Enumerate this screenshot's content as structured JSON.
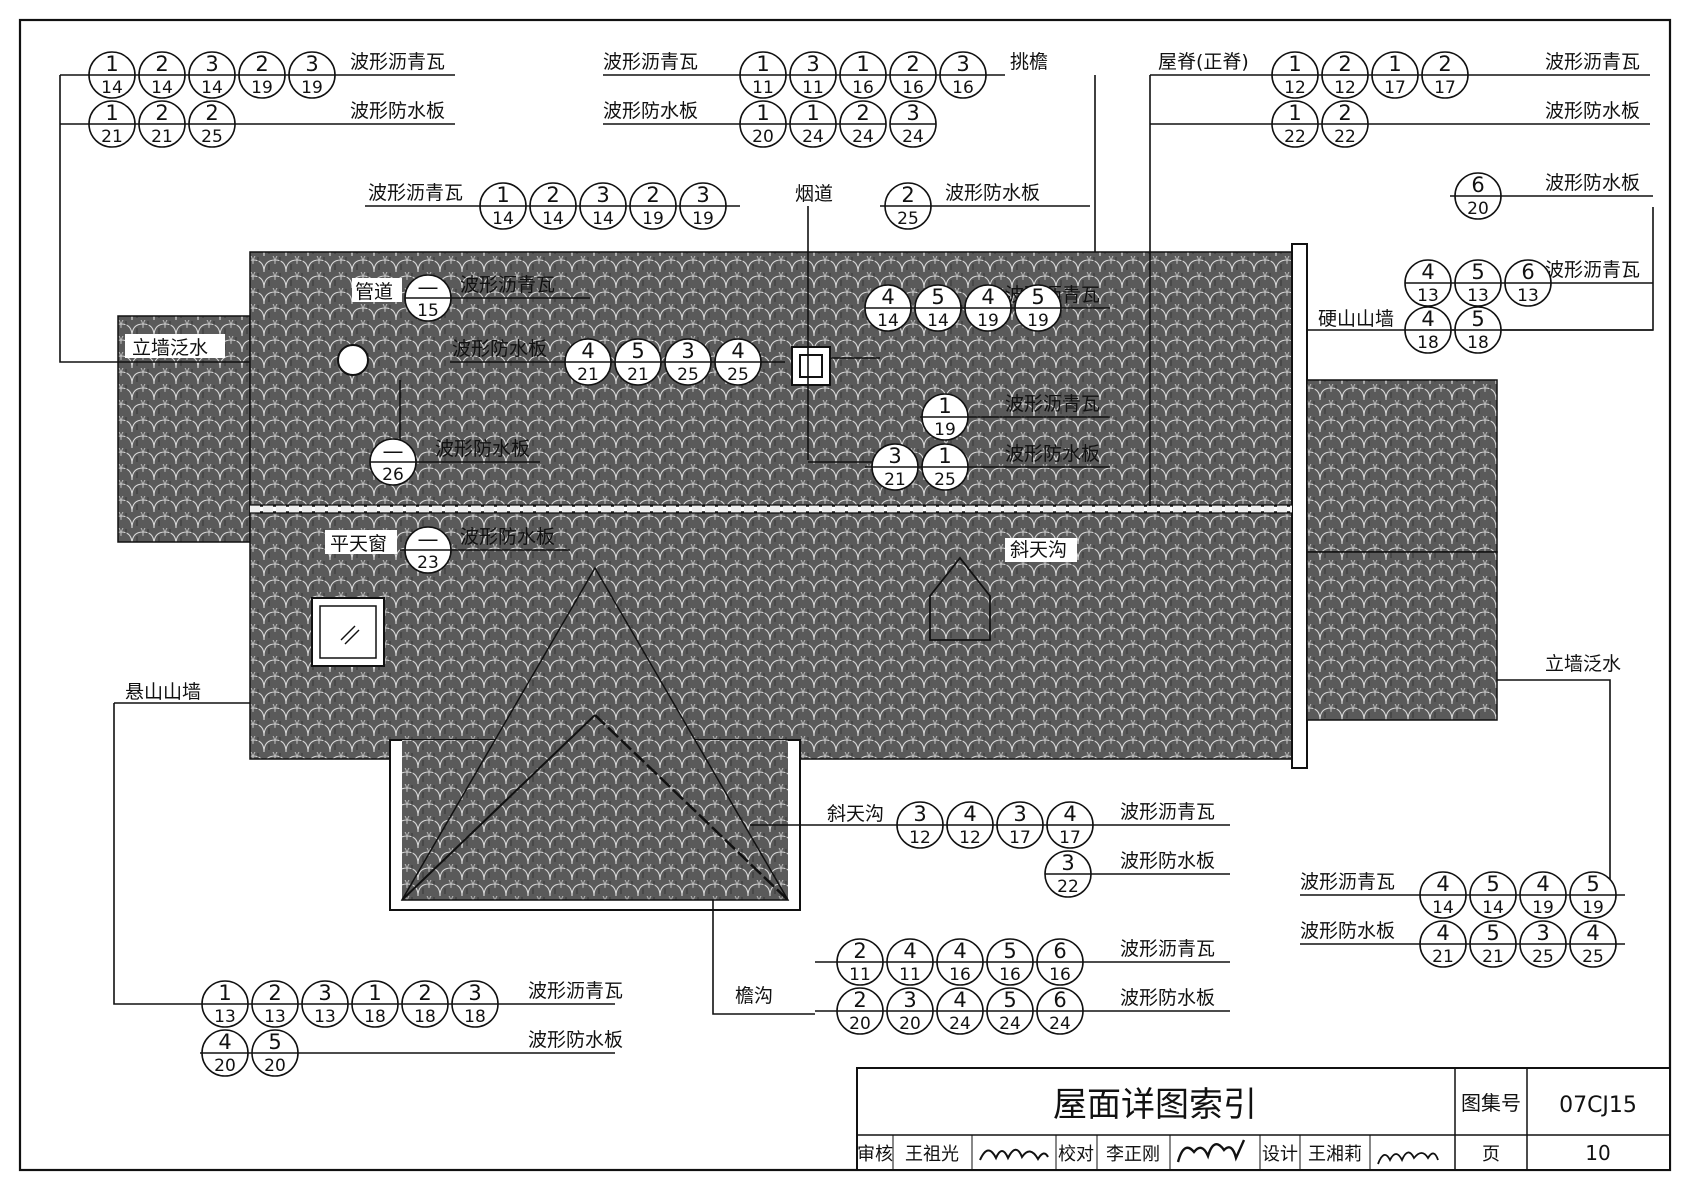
{
  "title_block": {
    "title": "屋面详图索引",
    "atlas_label": "图集号",
    "atlas_no": "07CJ15",
    "review_label": "审核",
    "reviewer": "王祖光",
    "check_label": "校对",
    "checker": "李正刚",
    "design_label": "设计",
    "designer": "王湘莉",
    "page_label": "页",
    "page_no": "10"
  },
  "part_labels": {
    "overhang": "挑檐",
    "ridge": "屋脊(正脊)",
    "chimney": "烟道",
    "pipe": "管道",
    "wall_flashing_left": "立墙泛水",
    "wall_flashing_right": "立墙泛水",
    "hard_gable": "硬山山墙",
    "overhang_gable": "悬山山墙",
    "skylight": "平天窗",
    "valley_upper": "斜天沟",
    "valley_lower": "斜天沟",
    "eave_gutter": "檐沟"
  },
  "material_labels": {
    "tile": "波形沥青瓦",
    "board": "波形防水板"
  },
  "index_groups": [
    {
      "id": "g01",
      "text": "tile",
      "symbols": [
        [
          "1",
          "14"
        ],
        [
          "2",
          "14"
        ],
        [
          "3",
          "14"
        ],
        [
          "2",
          "19"
        ],
        [
          "3",
          "19"
        ]
      ]
    },
    {
      "id": "g02",
      "text": "board",
      "symbols": [
        [
          "1",
          "21"
        ],
        [
          "2",
          "21"
        ],
        [
          "2",
          "25"
        ]
      ]
    },
    {
      "id": "g03",
      "text": "tile",
      "symbols": [
        [
          "1",
          "11"
        ],
        [
          "3",
          "11"
        ],
        [
          "1",
          "16"
        ],
        [
          "2",
          "16"
        ],
        [
          "3",
          "16"
        ]
      ]
    },
    {
      "id": "g04",
      "text": "board",
      "symbols": [
        [
          "1",
          "20"
        ],
        [
          "1",
          "24"
        ],
        [
          "2",
          "24"
        ],
        [
          "3",
          "24"
        ]
      ]
    },
    {
      "id": "g05",
      "text": "tile",
      "symbols": [
        [
          "1",
          "12"
        ],
        [
          "2",
          "12"
        ],
        [
          "1",
          "17"
        ],
        [
          "2",
          "17"
        ]
      ]
    },
    {
      "id": "g06",
      "text": "board",
      "symbols": [
        [
          "1",
          "22"
        ],
        [
          "2",
          "22"
        ]
      ]
    },
    {
      "id": "g07",
      "text": "tile",
      "symbols": [
        [
          "1",
          "14"
        ],
        [
          "2",
          "14"
        ],
        [
          "3",
          "14"
        ],
        [
          "2",
          "19"
        ],
        [
          "3",
          "19"
        ]
      ]
    },
    {
      "id": "g08",
      "text": "board",
      "symbols": [
        [
          "2",
          "25"
        ]
      ]
    },
    {
      "id": "g09",
      "text": "board",
      "symbols": [
        [
          "6",
          "20"
        ]
      ]
    },
    {
      "id": "g10",
      "text": "tile",
      "symbols": [
        [
          "4",
          "13"
        ],
        [
          "5",
          "13"
        ],
        [
          "6",
          "13"
        ],
        [
          "4",
          "18"
        ],
        [
          "5",
          "18"
        ]
      ]
    },
    {
      "id": "g11",
      "text": "tile",
      "symbols": [
        [
          "—",
          "15"
        ]
      ]
    },
    {
      "id": "g12",
      "text": "board",
      "symbols": [
        [
          "4",
          "21"
        ],
        [
          "5",
          "21"
        ],
        [
          "3",
          "25"
        ],
        [
          "4",
          "25"
        ]
      ]
    },
    {
      "id": "g13",
      "text": "tile",
      "symbols": [
        [
          "4",
          "14"
        ],
        [
          "5",
          "14"
        ],
        [
          "4",
          "19"
        ],
        [
          "5",
          "19"
        ]
      ]
    },
    {
      "id": "g14",
      "text": "tile",
      "symbols": [
        [
          "1",
          "19"
        ]
      ]
    },
    {
      "id": "g15",
      "text": "board",
      "symbols": [
        [
          "3",
          "21"
        ],
        [
          "1",
          "25"
        ]
      ]
    },
    {
      "id": "g16",
      "text": "board",
      "symbols": [
        [
          "—",
          "26"
        ]
      ]
    },
    {
      "id": "g17",
      "text": "board",
      "symbols": [
        [
          "—",
          "23"
        ]
      ]
    },
    {
      "id": "g18",
      "text": "tile",
      "symbols": [
        [
          "3",
          "12"
        ],
        [
          "4",
          "12"
        ],
        [
          "3",
          "17"
        ],
        [
          "4",
          "17"
        ]
      ]
    },
    {
      "id": "g19",
      "text": "board",
      "symbols": [
        [
          "3",
          "22"
        ]
      ]
    },
    {
      "id": "g20",
      "text": "tile",
      "symbols": [
        [
          "4",
          "14"
        ],
        [
          "5",
          "14"
        ],
        [
          "4",
          "19"
        ],
        [
          "5",
          "19"
        ]
      ]
    },
    {
      "id": "g21",
      "text": "board",
      "symbols": [
        [
          "4",
          "21"
        ],
        [
          "5",
          "21"
        ],
        [
          "3",
          "25"
        ],
        [
          "4",
          "25"
        ]
      ]
    },
    {
      "id": "g22",
      "text": "tile",
      "symbols": [
        [
          "2",
          "11"
        ],
        [
          "4",
          "11"
        ],
        [
          "4",
          "16"
        ],
        [
          "5",
          "16"
        ],
        [
          "6",
          "16"
        ]
      ]
    },
    {
      "id": "g23",
      "text": "board",
      "symbols": [
        [
          "2",
          "20"
        ],
        [
          "3",
          "20"
        ],
        [
          "4",
          "24"
        ],
        [
          "5",
          "24"
        ],
        [
          "6",
          "24"
        ]
      ]
    },
    {
      "id": "g24",
      "text": "tile",
      "symbols": [
        [
          "1",
          "13"
        ],
        [
          "2",
          "13"
        ],
        [
          "3",
          "13"
        ],
        [
          "1",
          "18"
        ],
        [
          "2",
          "18"
        ],
        [
          "3",
          "18"
        ]
      ]
    },
    {
      "id": "g25",
      "text": "board",
      "symbols": [
        [
          "4",
          "20"
        ],
        [
          "5",
          "20"
        ]
      ]
    }
  ]
}
